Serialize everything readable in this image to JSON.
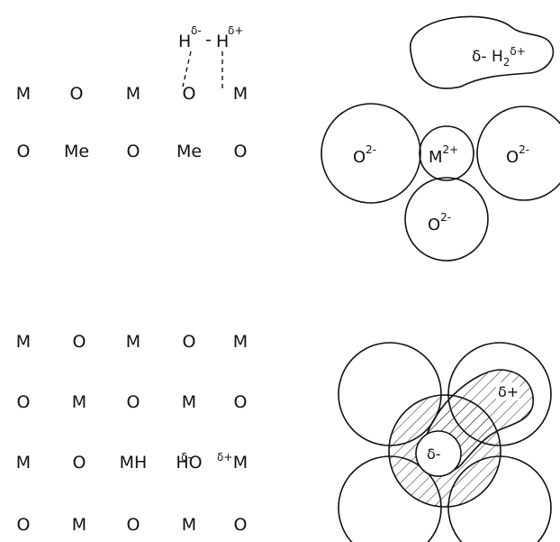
{
  "top_left": {
    "adsorbate": {
      "h1": "H",
      "h1_charge": "δ-",
      "dash": "-",
      "h2": "H",
      "h2_charge": "δ+"
    },
    "rows": [
      [
        "M",
        "O",
        "M",
        "O",
        "M"
      ],
      [
        "O",
        "Me",
        "O",
        "Me",
        "O"
      ]
    ]
  },
  "top_right": {
    "h2_label": "δ-  H",
    "h2_sub": "2",
    "h2_charge": "δ+",
    "o_left": "O",
    "o_left_charge": "2-",
    "metal": "M",
    "metal_charge": "2+",
    "o_right": "O",
    "o_right_charge": "2-",
    "o_bottom": "O",
    "o_bottom_charge": "2-"
  },
  "bottom_left": {
    "rows": [
      [
        "M",
        "O",
        "M",
        "O",
        "M"
      ],
      [
        "O",
        "M",
        "O",
        "M",
        "O"
      ],
      [
        "M",
        "O",
        "MH",
        "HO",
        "M"
      ],
      [
        "O",
        "M",
        "O",
        "M",
        "O"
      ]
    ],
    "charge_minus": "δ-",
    "charge_plus": "δ+"
  },
  "bottom_right": {
    "charge_plus": "δ+",
    "charge_minus": "δ-"
  }
}
